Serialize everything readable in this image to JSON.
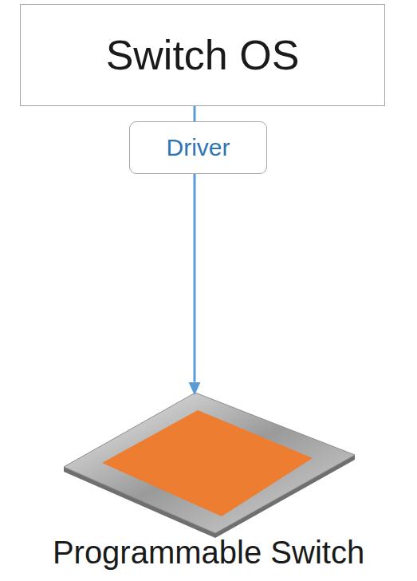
{
  "diagram": {
    "nodes": [
      {
        "text": [
          "Switch OS"
        ]
      },
      {
        "text": [
          "Driver"
        ]
      },
      {
        "text": [
          "Programmable Switch"
        ]
      }
    ],
    "edges": [
      {
        "from": 0,
        "to": 1,
        "arrow": "none"
      },
      {
        "from": 1,
        "to": 2,
        "arrow": "to"
      },
      {
        "from": 0,
        "to": 2,
        "arrow": "to"
      }
    ]
  }
}
